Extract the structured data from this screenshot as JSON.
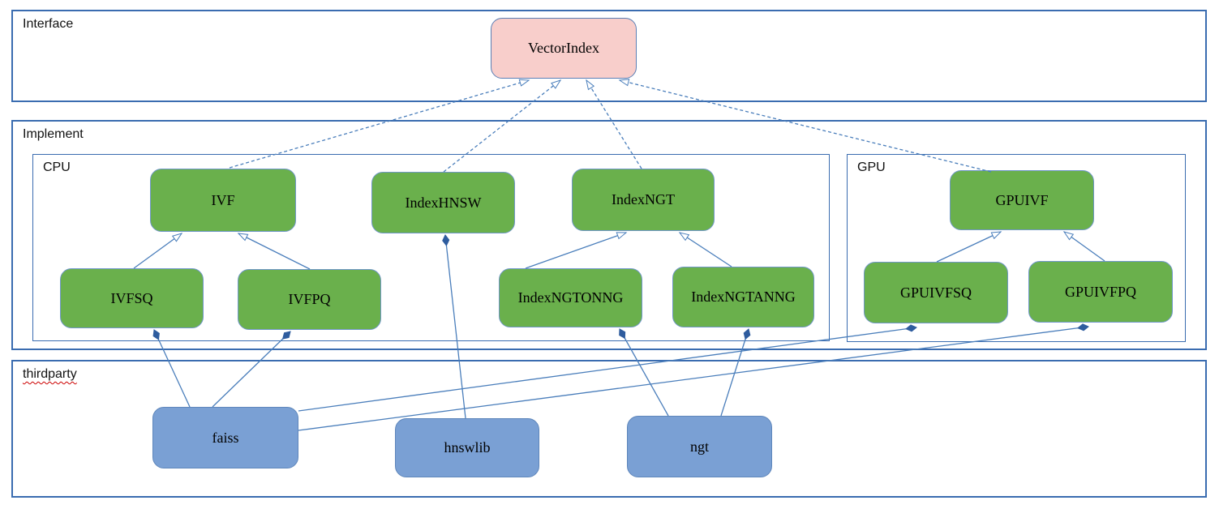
{
  "diagram": {
    "containers": {
      "interface": {
        "label": "Interface"
      },
      "implement": {
        "label": "Implement"
      },
      "cpu": {
        "label": "CPU"
      },
      "gpu": {
        "label": "GPU"
      },
      "thirdparty": {
        "label": "thirdparty"
      }
    },
    "nodes": {
      "VectorIndex": {
        "label": "VectorIndex",
        "group": "interface"
      },
      "IVF": {
        "label": "IVF",
        "group": "cpu"
      },
      "IndexHNSW": {
        "label": "IndexHNSW",
        "group": "cpu"
      },
      "IndexNGT": {
        "label": "IndexNGT",
        "group": "cpu"
      },
      "IVFSQ": {
        "label": "IVFSQ",
        "group": "cpu"
      },
      "IVFPQ": {
        "label": "IVFPQ",
        "group": "cpu"
      },
      "IndexNGTONNG": {
        "label": "IndexNGTONNG",
        "group": "cpu"
      },
      "IndexNGTANNG": {
        "label": "IndexNGTANNG",
        "group": "cpu"
      },
      "GPUIVF": {
        "label": "GPUIVF",
        "group": "gpu"
      },
      "GPUIVFSQ": {
        "label": "GPUIVFSQ",
        "group": "gpu"
      },
      "GPUIVFPQ": {
        "label": "GPUIVFPQ",
        "group": "gpu"
      },
      "faiss": {
        "label": "faiss",
        "group": "thirdparty"
      },
      "hnswlib": {
        "label": "hnswlib",
        "group": "thirdparty"
      },
      "ngt": {
        "label": "ngt",
        "group": "thirdparty"
      }
    },
    "edges": [
      {
        "from": "IVF",
        "to": "VectorIndex",
        "type": "realization"
      },
      {
        "from": "IndexHNSW",
        "to": "VectorIndex",
        "type": "realization"
      },
      {
        "from": "IndexNGT",
        "to": "VectorIndex",
        "type": "realization"
      },
      {
        "from": "GPUIVF",
        "to": "VectorIndex",
        "type": "realization"
      },
      {
        "from": "IVFSQ",
        "to": "IVF",
        "type": "generalization"
      },
      {
        "from": "IVFPQ",
        "to": "IVF",
        "type": "generalization"
      },
      {
        "from": "IndexNGTONNG",
        "to": "IndexNGT",
        "type": "generalization"
      },
      {
        "from": "IndexNGTANNG",
        "to": "IndexNGT",
        "type": "generalization"
      },
      {
        "from": "GPUIVFSQ",
        "to": "GPUIVF",
        "type": "generalization"
      },
      {
        "from": "GPUIVFPQ",
        "to": "GPUIVF",
        "type": "generalization"
      },
      {
        "from": "faiss",
        "to": "IVFSQ",
        "type": "composition"
      },
      {
        "from": "faiss",
        "to": "IVFPQ",
        "type": "composition"
      },
      {
        "from": "faiss",
        "to": "GPUIVFSQ",
        "type": "composition"
      },
      {
        "from": "faiss",
        "to": "GPUIVFPQ",
        "type": "composition"
      },
      {
        "from": "hnswlib",
        "to": "IndexHNSW",
        "type": "composition"
      },
      {
        "from": "ngt",
        "to": "IndexNGTONNG",
        "type": "composition"
      },
      {
        "from": "ngt",
        "to": "IndexNGTANNG",
        "type": "composition"
      }
    ],
    "colors": {
      "interface_node_fill": "#f8cecb",
      "class_node_fill": "#6ab04c",
      "thirdparty_node_fill": "#7aa0d4",
      "container_border": "#3a6cb0",
      "connector": "#4a7ebb",
      "diamond_fill": "#2e5c9e",
      "spellcheck_underline": "#cc0000"
    }
  }
}
